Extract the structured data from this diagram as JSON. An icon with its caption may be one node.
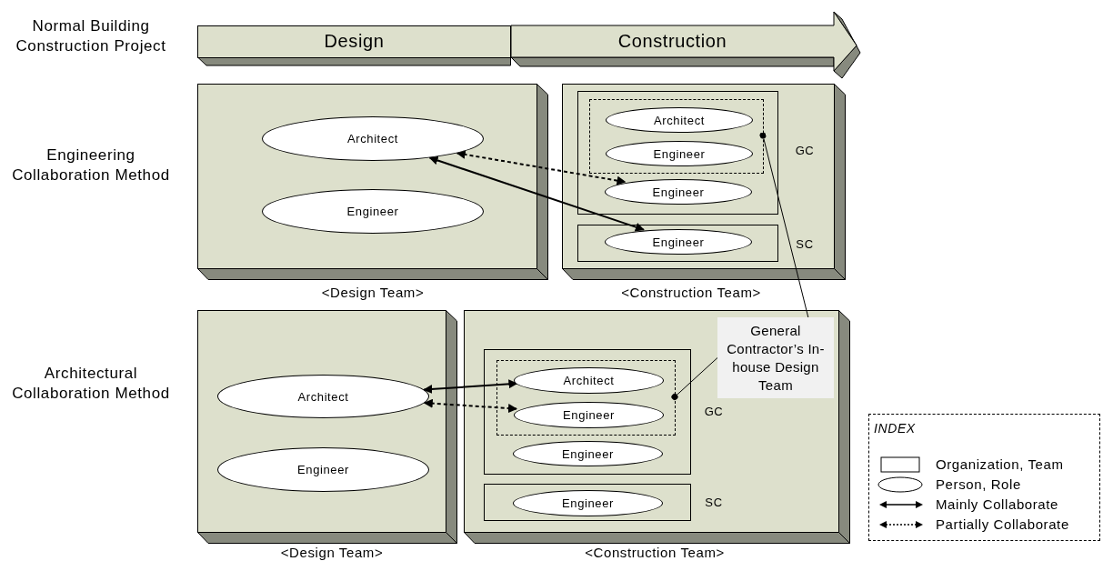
{
  "diagram": {
    "nodes": [
      {
        "text": [
          "Design"
        ]
      },
      {
        "text": [
          "Construction"
        ]
      },
      {
        "text": [],
        "shape": "box",
        "beside": [
          "<Design Team>"
        ]
      },
      {
        "text": [
          "Architect"
        ],
        "in": 2
      },
      {
        "text": [
          "Engineer"
        ],
        "in": 2
      },
      {
        "text": [],
        "shape": "box",
        "beside": [
          "<Construction Team>"
        ]
      },
      {
        "text": [],
        "shape": "box",
        "in": 5,
        "beside": [
          "GC"
        ]
      },
      {
        "text": [],
        "shape": "box",
        "in": 6
      },
      {
        "text": [
          "Architect"
        ],
        "in": 7
      },
      {
        "text": [
          "Engineer"
        ],
        "in": 7
      },
      {
        "text": [
          "Engineer"
        ],
        "in": 6
      },
      {
        "text": [],
        "shape": "box",
        "in": 5,
        "beside": [
          "SC"
        ]
      },
      {
        "text": [
          "Engineer"
        ],
        "in": 11
      },
      {
        "text": [],
        "shape": "box",
        "beside": [
          "<Design Team>"
        ]
      },
      {
        "text": [
          "Architect"
        ],
        "in": 13
      },
      {
        "text": [
          "Engineer"
        ],
        "in": 13
      },
      {
        "text": [],
        "shape": "box",
        "beside": [
          "<Construction Team>"
        ]
      },
      {
        "text": [
          "General Contractor’s In-house Design Team"
        ],
        "in": 16
      },
      {
        "text": [],
        "shape": "box",
        "in": 16,
        "beside": [
          "GC"
        ]
      },
      {
        "text": [],
        "shape": "box",
        "in": 18
      },
      {
        "text": [
          "Architect"
        ],
        "in": 19
      },
      {
        "text": [
          "Engineer"
        ],
        "in": 19
      },
      {
        "text": [
          "Engineer"
        ],
        "in": 18
      },
      {
        "text": [],
        "shape": "box",
        "in": 16,
        "beside": [
          "SC"
        ]
      },
      {
        "text": [
          "Engineer"
        ],
        "in": 23
      }
    ],
    "edges": [
      {
        "from": 3,
        "to": 12,
        "arrow": "both"
      },
      {
        "from": 3,
        "to": 10,
        "arrow": "both",
        "style": "dashed"
      },
      {
        "from": 14,
        "to": 20,
        "arrow": "both"
      },
      {
        "from": 14,
        "to": 21,
        "arrow": "both",
        "style": "dashed"
      },
      {
        "from": 17,
        "to": 7,
        "arrow": "other"
      },
      {
        "from": 17,
        "to": 19,
        "arrow": "other"
      }
    ],
    "labels": [
      "Normal Building Construction Project",
      "Engineering Collaboration Method",
      "Architectural Collaboration Method",
      "INDEX"
    ],
    "legend": [
      {
        "text": "Organization, Team"
      },
      {
        "text": "Person, Role"
      },
      {
        "text": "Mainly Collaborate"
      },
      {
        "text": "Partially Collaborate"
      }
    ]
  }
}
